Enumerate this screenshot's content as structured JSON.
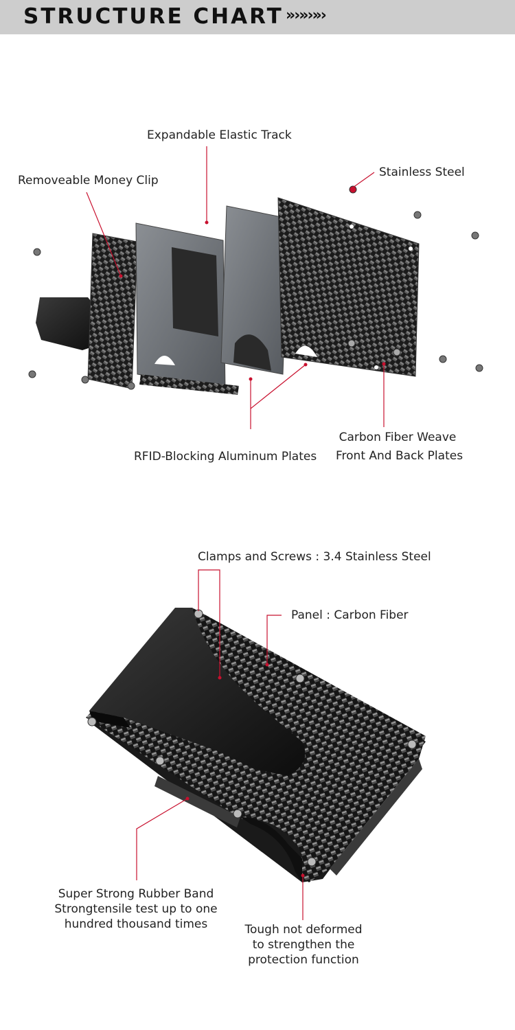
{
  "header": {
    "title": "STRUCTURE CHART",
    "arrows": "»›»›»›"
  },
  "colors": {
    "header_bg": "#cdcdcd",
    "leader_line": "#c8102e",
    "carbon_dark": "#1d1d1d",
    "aluminum": "#6f7378"
  },
  "labels": {
    "elastic_track": "Expandable Elastic Track",
    "money_clip": "Removeable Money Clip",
    "stainless_steel": "Stainless Steel",
    "rfid_plates": "RFID-Blocking Aluminum Plates",
    "carbon_weave_line1": "Carbon Fiber Weave",
    "carbon_weave_line2": "Front And Back Plates",
    "clamps_screws": "Clamps and Screws : 3.4 Stainless Steel",
    "panel": "Panel : Carbon Fiber",
    "rubber_band_line1": "Super Strong Rubber Band",
    "rubber_band_line2": "Strongtensile test up to one",
    "rubber_band_line3": "hundred thousand times",
    "tough_line1": "Tough not deformed",
    "tough_line2": "to strengthen the",
    "tough_line3": "protection function"
  }
}
